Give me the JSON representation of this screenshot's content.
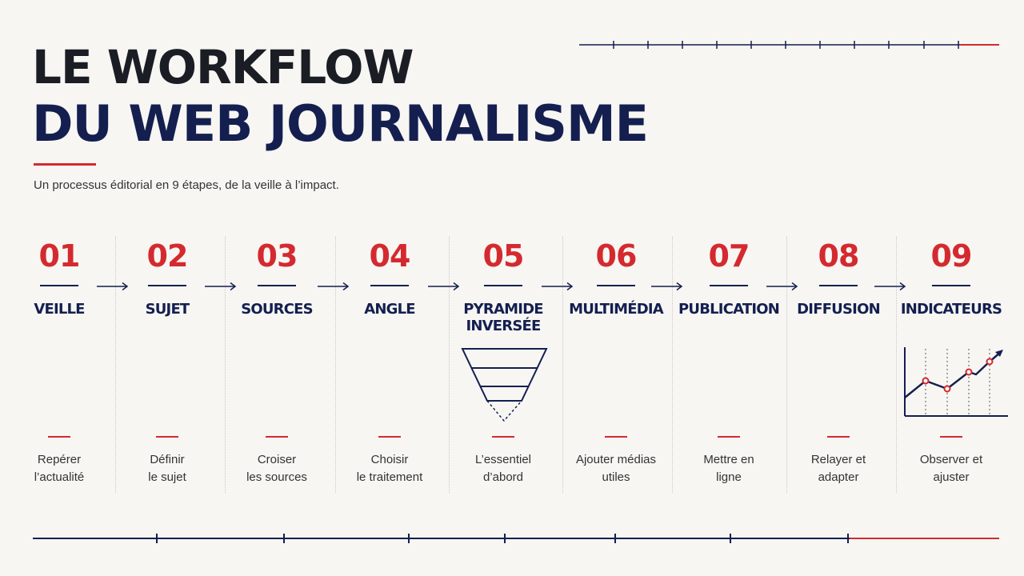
{
  "header": {
    "title_line1": "LE WORKFLOW",
    "title_line2": "DU WEB JOURNALISME",
    "subtitle": "Un processus éditorial en 9 étapes, de la veille à l’impact."
  },
  "steps": [
    {
      "number": "01",
      "title": "VEILLE",
      "desc_line1": "Repérer",
      "desc_line2": "l’actualité"
    },
    {
      "number": "02",
      "title": "SUJET",
      "desc_line1": "Définir",
      "desc_line2": "le sujet"
    },
    {
      "number": "03",
      "title": "SOURCES",
      "desc_line1": "Croiser",
      "desc_line2": "les sources"
    },
    {
      "number": "04",
      "title": "ANGLE",
      "desc_line1": "Choisir",
      "desc_line2": "le traitement"
    },
    {
      "number": "05",
      "title_line1": "PYRAMIDE",
      "title_line2": "INVERSÉE",
      "desc_line1": "L’essentiel",
      "desc_line2": "d’abord",
      "icon": "inverted-pyramid-icon"
    },
    {
      "number": "06",
      "title": "MULTIMÉDIA",
      "desc_line1": "Ajouter médias",
      "desc_line2": "utiles"
    },
    {
      "number": "07",
      "title": "PUBLICATION",
      "desc_line1": "Mettre en",
      "desc_line2": "ligne"
    },
    {
      "number": "08",
      "title": "DIFFUSION",
      "desc_line1": "Relayer et",
      "desc_line2": "adapter"
    },
    {
      "number": "09",
      "title": "INDICATEURS",
      "desc_line1": "Observer et",
      "desc_line2": "ajuster",
      "icon": "line-chart-icon"
    }
  ],
  "colors": {
    "navy": "#141f50",
    "red": "#d42a2f",
    "ink": "#1b1d24",
    "background": "#f7f6f3"
  }
}
